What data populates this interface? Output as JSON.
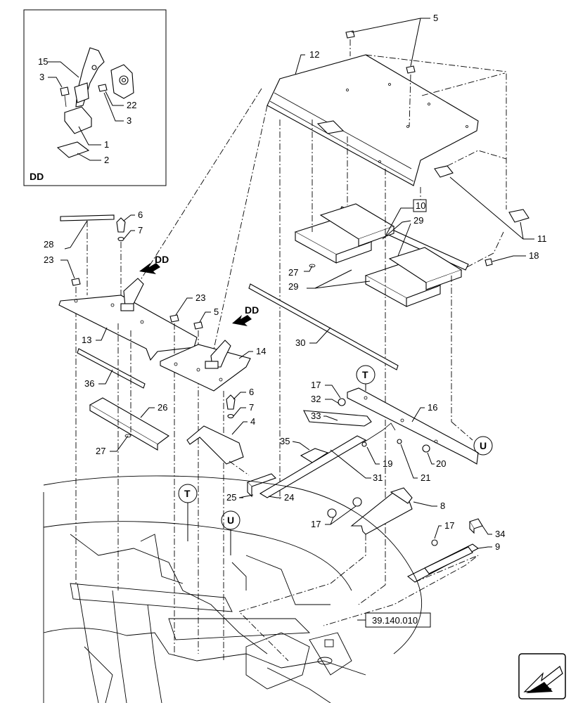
{
  "callouts": {
    "c1": "1",
    "c2": "2",
    "c3a": "3",
    "c3b": "3",
    "c15": "15",
    "c22": "22",
    "c5": "5",
    "c12": "12",
    "c10": "10",
    "c29a": "29",
    "c29b": "29",
    "c11": "11",
    "c18": "18",
    "c27a": "27",
    "c6a": "6",
    "c7a": "7",
    "c28": "28",
    "c23a": "23",
    "c23b": "23",
    "c5b": "5",
    "c13": "13",
    "c14": "14",
    "c36": "36",
    "c26": "26",
    "c27b": "27",
    "c6b": "6",
    "c7b": "7",
    "c4": "4",
    "c30": "30",
    "c17a": "17",
    "c32": "32",
    "c33": "33",
    "c16": "16",
    "c35": "35",
    "c19": "19",
    "c20": "20",
    "c21": "21",
    "c31": "31",
    "c25": "25",
    "c24": "24",
    "c8": "8",
    "c17b": "17",
    "c17c": "17",
    "c34": "34",
    "c9": "9"
  },
  "section_labels": {
    "dd_inset": "DD",
    "dd_arrow1": "DD",
    "dd_arrow2": "DD"
  },
  "connectors": {
    "t1": "T",
    "u1": "U",
    "t2": "T",
    "u2": "U"
  },
  "reference": {
    "code": "39.140.010"
  }
}
